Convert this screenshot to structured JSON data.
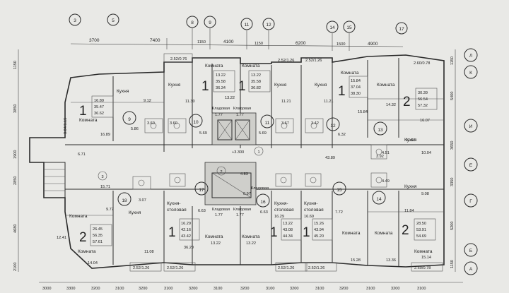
{
  "axes_top": [
    "3",
    "5",
    "8",
    "9",
    "11",
    "12",
    "14",
    "15",
    "17"
  ],
  "axes_right": [
    "Л",
    "К",
    "И",
    "Е",
    "Г",
    "Б",
    "А"
  ],
  "dims_top": [
    "3700",
    "7400",
    "1150",
    "4100",
    "1150",
    "6200",
    "1500",
    "4900"
  ],
  "dims_top_small": [
    "1150",
    "1150"
  ],
  "dims_bottom": [
    "3000",
    "3300",
    "3200",
    "3100",
    "3200",
    "3100",
    "3200",
    "3100",
    "3200",
    "3100",
    "3200",
    "3100",
    "3200",
    "3100",
    "3200",
    "3100"
  ],
  "dims_left": [
    "1150",
    "3850",
    "1900",
    "2850",
    "4680",
    "2100"
  ],
  "dims_right": [
    "1150",
    "5400",
    "3650",
    "3350",
    "5200",
    "1150"
  ],
  "balconies": [
    "2.52/0.76",
    "2.52/1.26",
    "2.52/1.26",
    "2.60/0.78",
    "2.52/1.26",
    "2.52/1.26",
    "2.52/1.26",
    "2.52/1.26",
    "2.60/0.78"
  ],
  "apartment_ids": [
    "9",
    "10",
    "11",
    "12",
    "13",
    "14",
    "15",
    "16",
    "17",
    "18"
  ],
  "lobby_labels": [
    "+3.300",
    "1",
    "2",
    "3"
  ],
  "units": [
    {
      "rooms": "1",
      "areas": [
        "16.89",
        "35.47",
        "36.62"
      ]
    },
    {
      "rooms": "1",
      "areas": [
        "13.22",
        "35.58",
        "36.34"
      ]
    },
    {
      "rooms": "1",
      "areas": [
        "13.22",
        "35.58",
        "36.82"
      ]
    },
    {
      "rooms": "1",
      "areas": [
        "15.84",
        "37.04",
        "38.30"
      ]
    },
    {
      "rooms": "2",
      "areas": [
        "30.39",
        "56.54",
        "57.32"
      ]
    },
    {
      "rooms": "2",
      "areas": [
        "26.45",
        "56.35",
        "57.61"
      ]
    },
    {
      "rooms": "1",
      "areas": [
        "16.29",
        "42.16",
        "43.42"
      ]
    },
    {
      "rooms": "1",
      "areas": [
        "13.22",
        "43.08",
        "44.34"
      ]
    },
    {
      "rooms": "1",
      "areas": [
        "15.26",
        "43.94",
        "45.20"
      ]
    },
    {
      "rooms": "2",
      "areas": [
        "28.50",
        "53.91",
        "54.69"
      ]
    }
  ],
  "room_labels": {
    "kitchen": "Кухня",
    "room": "Комната",
    "kitchen_dining_1": "Кухня-",
    "kitchen_dining_2": "столовая",
    "storage": "Кладовая"
  },
  "area_values": [
    "9.12",
    "11.30",
    "11.21",
    "11.21",
    "15.84",
    "14.32",
    "16.07",
    "16.89",
    "5.86",
    "5.69",
    "5.69",
    "6.32",
    "3.60",
    "3.60",
    "3.67",
    "3.42",
    "13.22",
    "6.71",
    "4.83",
    "43.89",
    "11.60",
    "10.04",
    "3.92",
    "4.51",
    "4.49",
    "15.71",
    "9.77",
    "6.63",
    "6.63",
    "7.72",
    "9.08",
    "11.84",
    "3.07",
    "12.41",
    "14.04",
    "11.08",
    "13.22",
    "13.22",
    "15.28",
    "13.36",
    "15.14",
    "1.77",
    "1.77",
    "1.77",
    "1.77",
    "0.97",
    "36.29",
    "16.29",
    "16.69",
    "3.84/1.15"
  ]
}
